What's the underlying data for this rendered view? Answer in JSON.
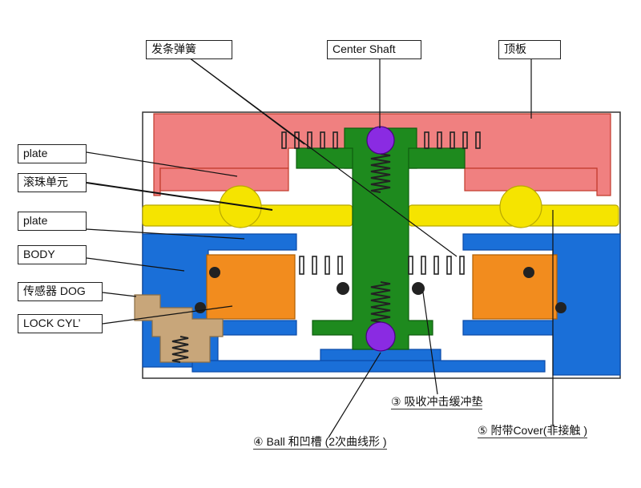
{
  "labels": {
    "spring": "发条弹簧",
    "center_shaft": "Center Shaft",
    "top_plate": "顶板",
    "plate_1": "plate",
    "ball_unit": "滚珠单元",
    "plate_2": "plate",
    "body": "BODY",
    "sensor_dog": "传感器 DOG",
    "lock_cyl": "LOCK CYL’"
  },
  "notes": {
    "shock_pad": "③ 吸收冲击缓冲垫",
    "ball_groove": "④ Ball 和凹槽 (2次曲线形 )",
    "cover": "⑤ 附带Cover(非接触 )"
  },
  "colors": {
    "top_plate": "#f08080",
    "top_plate_dark": "#c0392b",
    "ball_ring": "#f5e400",
    "body": "#1a6fd8",
    "body_dark": "#0b4aa8",
    "center_shaft": "#1e8a1e",
    "ball": "#8a2be2",
    "orange": "#f28c1e",
    "dog": "#c8a67a",
    "spring": "#222222"
  }
}
